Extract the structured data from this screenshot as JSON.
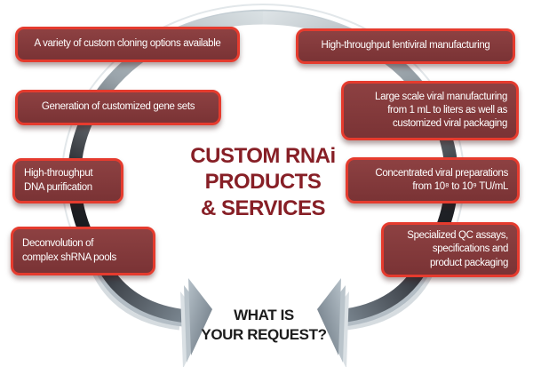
{
  "palette": {
    "box_fill": "#8d4142",
    "box_fill_dark": "#7a3335",
    "box_border": "#e53b2e",
    "box_text": "#ffffff",
    "title_color": "#871f26",
    "bottom_text_color": "#1c1c1c",
    "background": "#ffffff"
  },
  "center_title": {
    "lines": [
      "CUSTOM RNAi",
      "PRODUCTS",
      "& SERVICES"
    ]
  },
  "bottom_question": {
    "lines": [
      "WHAT IS",
      "YOUR REQUEST?"
    ]
  },
  "left_boxes": [
    {
      "id": "custom-cloning",
      "lines": [
        "A variety of custom cloning options available"
      ]
    },
    {
      "id": "gene-sets",
      "lines": [
        "Generation of customized gene sets"
      ]
    },
    {
      "id": "dna-purification",
      "lines": [
        "High-throughput",
        "DNA purification"
      ]
    },
    {
      "id": "shrna-pools",
      "lines": [
        "Deconvolution of",
        "complex shRNA pools"
      ]
    }
  ],
  "right_boxes": [
    {
      "id": "lentiviral-manufacturing",
      "lines": [
        "High-throughput lentiviral manufacturing"
      ]
    },
    {
      "id": "viral-manufacturing",
      "lines": [
        "Large scale viral manufacturing",
        "from 1 mL to liters as well as",
        "customized viral packaging"
      ]
    },
    {
      "id": "viral-preparations",
      "lines": [
        "Concentrated viral preparations",
        "from 10⁸ to 10⁹ TU/mL"
      ]
    },
    {
      "id": "qc-assays",
      "lines": [
        "Specialized QC assays,",
        "specifications and",
        "product packaging"
      ]
    }
  ],
  "graphics": {
    "ring": "circular-flow-ring",
    "left_arrow": "curved-arrow-pointing-right",
    "right_arrow": "curved-arrow-pointing-left"
  }
}
